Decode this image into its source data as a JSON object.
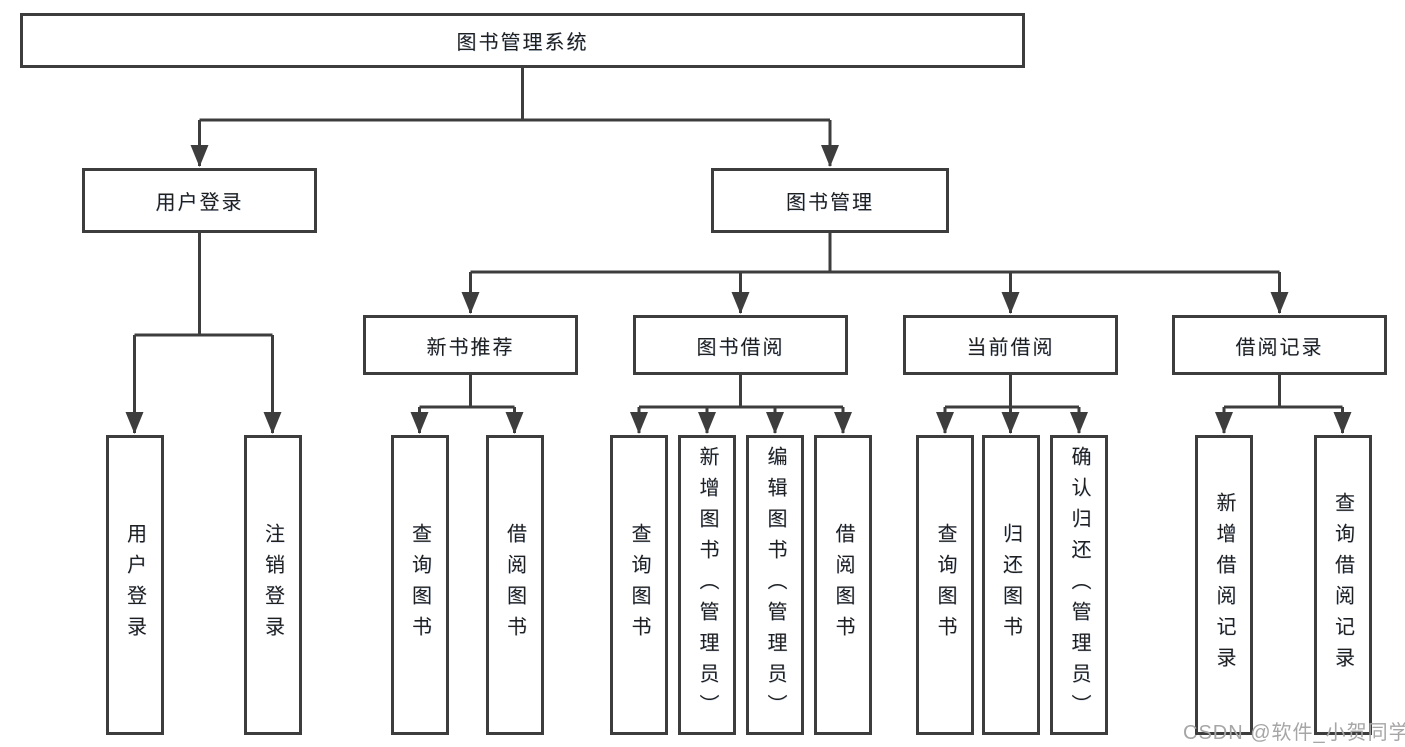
{
  "diagram": {
    "root": {
      "label": "图书管理系统"
    },
    "level2": [
      {
        "label": "用户登录",
        "parent": "图书管理系统"
      },
      {
        "label": "图书管理",
        "parent": "图书管理系统"
      }
    ],
    "level3": [
      {
        "label": "新书推荐",
        "parent": "图书管理"
      },
      {
        "label": "图书借阅",
        "parent": "图书管理"
      },
      {
        "label": "当前借阅",
        "parent": "图书管理"
      },
      {
        "label": "借阅记录",
        "parent": "图书管理"
      }
    ],
    "leaves": [
      {
        "label": "用户登录",
        "parent": "用户登录"
      },
      {
        "label": "注销登录",
        "parent": "用户登录"
      },
      {
        "label": "查询图书",
        "parent": "新书推荐"
      },
      {
        "label": "借阅图书",
        "parent": "新书推荐"
      },
      {
        "label": "查询图书",
        "parent": "图书借阅"
      },
      {
        "label": "新增图书（管理员）",
        "parent": "图书借阅"
      },
      {
        "label": "编辑图书（管理员）",
        "parent": "图书借阅"
      },
      {
        "label": "借阅图书",
        "parent": "图书借阅"
      },
      {
        "label": "查询图书",
        "parent": "当前借阅"
      },
      {
        "label": "归还图书",
        "parent": "当前借阅"
      },
      {
        "label": "确认归还（管理员）",
        "parent": "当前借阅"
      },
      {
        "label": "新增借阅记录",
        "parent": "借阅记录"
      },
      {
        "label": "查询借阅记录",
        "parent": "借阅记录"
      }
    ],
    "watermark": "CSDN @软件_小贺同学",
    "colors": {
      "line": "#3d3d3d",
      "box_border": "#3d3d3d",
      "box_fill": "#ffffff",
      "text": "#1f1f1f",
      "watermark": "#a6a6a6",
      "background": "#ffffff"
    }
  }
}
